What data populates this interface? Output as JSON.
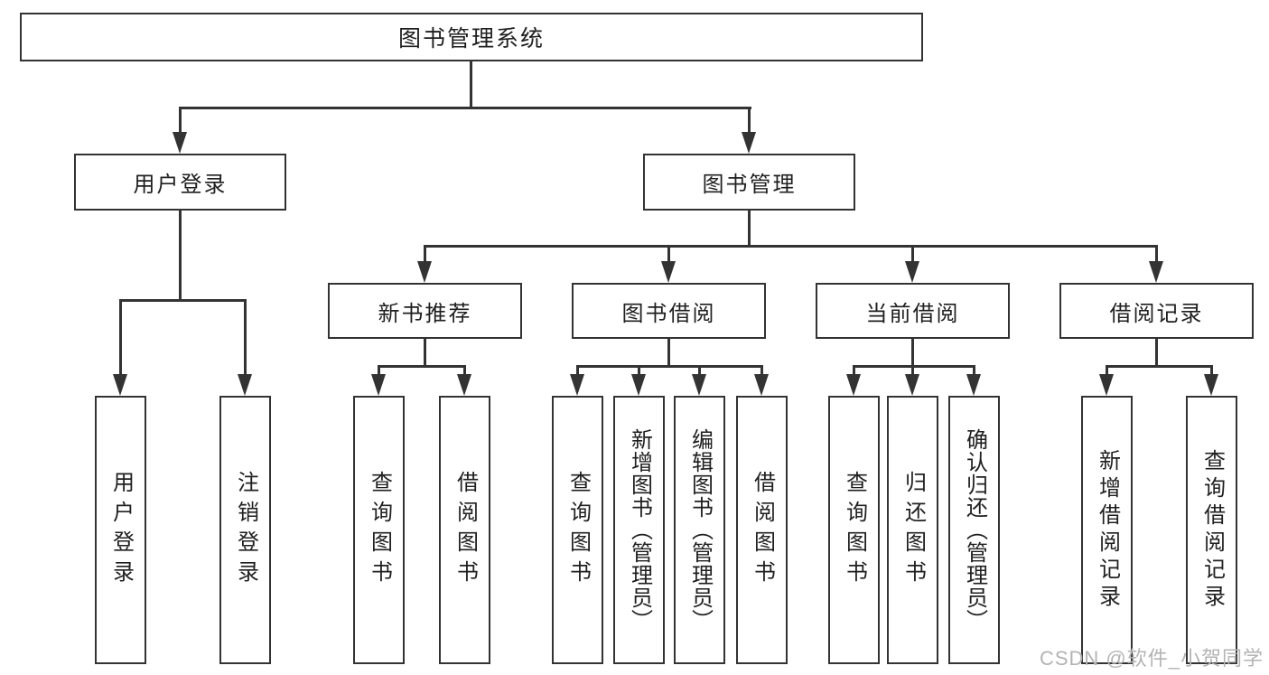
{
  "diagram": {
    "root": {
      "label": "图书管理系统"
    },
    "level2": [
      {
        "label": "用户登录"
      },
      {
        "label": "图书管理"
      }
    ],
    "level3": [
      {
        "label": "新书推荐"
      },
      {
        "label": "图书借阅"
      },
      {
        "label": "当前借阅"
      },
      {
        "label": "借阅记录"
      }
    ],
    "leaves": {
      "user": [
        {
          "label": "用户登录"
        },
        {
          "label": "注销登录"
        }
      ],
      "newbook": [
        {
          "label": "查询图书"
        },
        {
          "label": "借阅图书"
        }
      ],
      "borrow": [
        {
          "label": "查询图书"
        },
        {
          "label": "新增图书（管理员）"
        },
        {
          "label": "编辑图书（管理员）"
        },
        {
          "label": "借阅图书"
        }
      ],
      "current": [
        {
          "label": "查询图书"
        },
        {
          "label": "归还图书"
        },
        {
          "label": "确认归还（管理员）"
        }
      ],
      "records": [
        {
          "label": "新增借阅记录"
        },
        {
          "label": "查询借阅记录"
        }
      ]
    },
    "colors": {
      "line": "#333333",
      "text": "#1f1f1f",
      "watermark": "#b3b3b3",
      "background": "#ffffff"
    }
  },
  "watermark": {
    "text": "CSDN @软件_小贺同学"
  }
}
